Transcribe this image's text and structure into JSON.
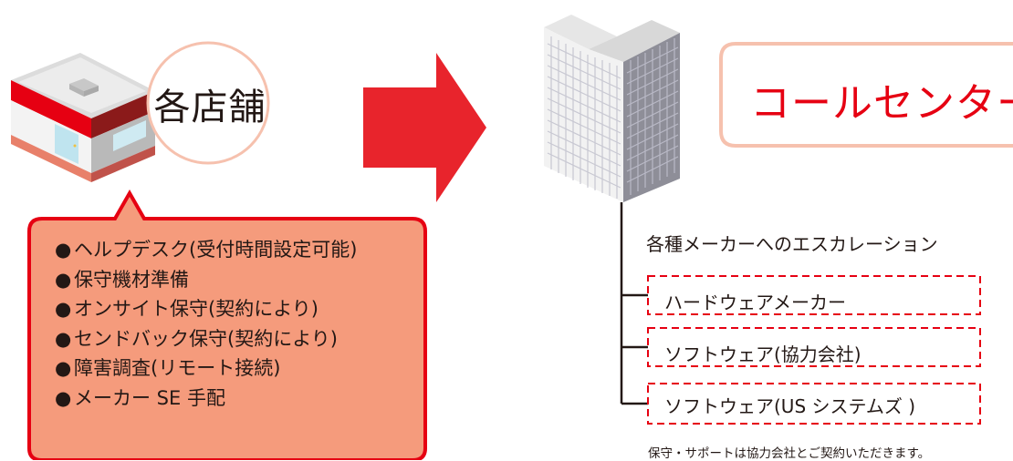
{
  "store": {
    "label": "各店舗"
  },
  "services": {
    "items": [
      "ヘルプデスク(受付時間設定可能)",
      "保守機材準備",
      "オンサイト保守(契約により)",
      "センドバック保守(契約により)",
      "障害調査(リモート接続)",
      "メーカー SE 手配"
    ],
    "bullet": "●"
  },
  "call_center": {
    "label": "コールセンター"
  },
  "escalation": {
    "title": "各種メーカーへのエスカレーション",
    "vendors": [
      "ハードウェアメーカー",
      "ソフトウェア(協力会社)",
      "ソフトウェア(US システムズ )"
    ]
  },
  "footnote": "保守・サポートは協力会社とご契約いただきます。",
  "colors": {
    "accent_red": "#e60012",
    "arrow_red": "#e8242c",
    "callout_fill": "#f59b7c",
    "callout_border": "#e60012",
    "label_circle_border": "#f6c1ae",
    "dashed_box": "#e60012"
  },
  "icons": {
    "store": "store-building-icon",
    "arrow": "right-arrow-icon",
    "office": "office-building-icon"
  }
}
